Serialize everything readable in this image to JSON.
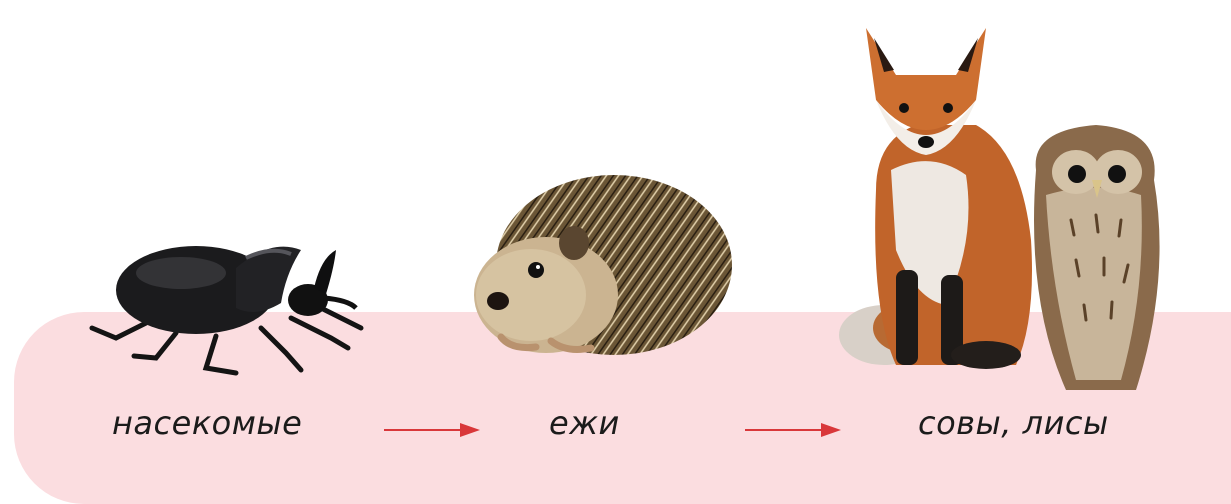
{
  "chain": {
    "stages": [
      {
        "label": "насекомые",
        "icon": "beetle-icon"
      },
      {
        "label": "ежи",
        "icon": "hedgehog-icon"
      },
      {
        "label": "совы, лисы",
        "icon": "fox-and-owl-icon"
      }
    ],
    "arrow_count": 2
  },
  "colors": {
    "band": "#fbdde0",
    "arrow": "#d9373a",
    "text": "#1b1b1b"
  }
}
